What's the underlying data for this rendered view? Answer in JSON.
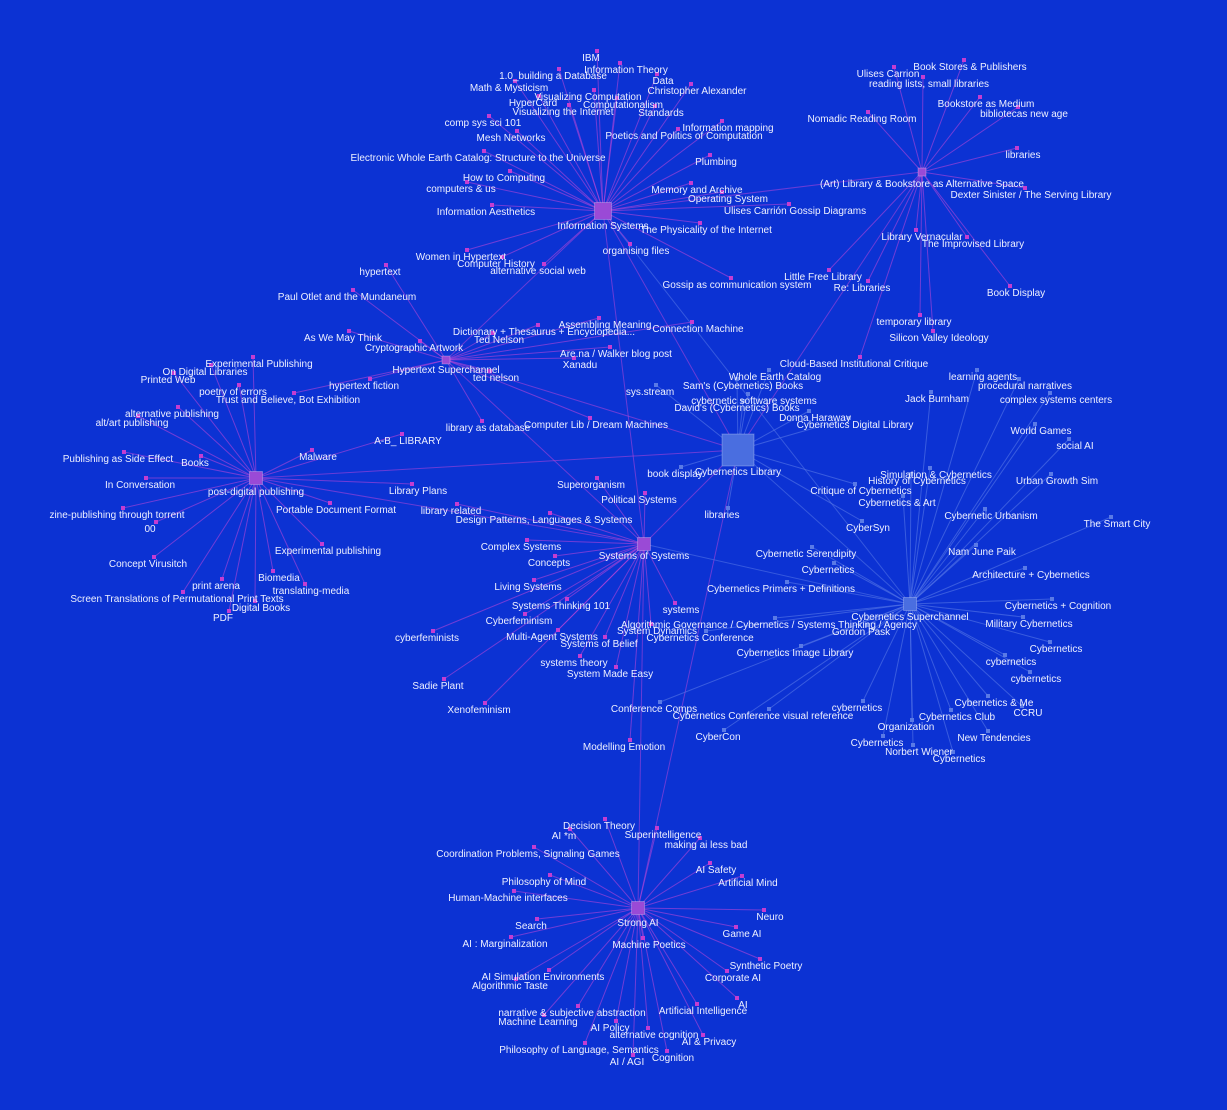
{
  "colors": {
    "background": "#0c32d3",
    "magenta_node": "#c43dd1",
    "magenta_hub": "#9a4ad6",
    "blue_node": "#5a7ae6",
    "blue_hub": "#4a6ee0",
    "magenta_edge": "#b445d8",
    "blue_edge": "#5878e8",
    "label": "#eef0ff"
  },
  "hubs": [
    {
      "id": "info",
      "label": "Information Systems",
      "color": "magenta",
      "size": "large"
    },
    {
      "id": "library",
      "label": "(Art) Library & Bookstore as Alternative Space",
      "color": "magenta",
      "size": "small"
    },
    {
      "id": "hyper",
      "label": "Hypertext Superchannel",
      "color": "magenta",
      "size": "small"
    },
    {
      "id": "postdig",
      "label": "post-digital publishing",
      "color": "magenta",
      "size": "medium"
    },
    {
      "id": "cyblib",
      "label": "Cybernetics Library",
      "color": "blue",
      "size": "xlarge"
    },
    {
      "id": "sys",
      "label": "Systems of Systems",
      "color": "magenta",
      "size": "medium"
    },
    {
      "id": "cybsup",
      "label": "Cybernetics Superchannel",
      "color": "blue",
      "size": "medium"
    },
    {
      "id": "ai",
      "label": "Strong AI",
      "color": "magenta",
      "size": "medium"
    }
  ],
  "nodes": [
    {
      "label": "IBM",
      "hub": "info"
    },
    {
      "label": "Information Theory",
      "hub": "info"
    },
    {
      "label": "1.0_building a Database",
      "hub": "info"
    },
    {
      "label": "Data",
      "hub": "info"
    },
    {
      "label": "Math & Mysticism",
      "hub": "info"
    },
    {
      "label": "Christopher Alexander",
      "hub": "info"
    },
    {
      "label": "Visualizing Computation",
      "hub": "info"
    },
    {
      "label": "HyperCard",
      "hub": "info"
    },
    {
      "label": "Computationalism",
      "hub": "info"
    },
    {
      "label": "Visualizing the Internet",
      "hub": "info"
    },
    {
      "label": "Standards",
      "hub": "info"
    },
    {
      "label": "comp sys sci 101",
      "hub": "info"
    },
    {
      "label": "Information mapping",
      "hub": "info"
    },
    {
      "label": "Poetics and Politics of Computation",
      "hub": "info"
    },
    {
      "label": "Mesh Networks",
      "hub": "info"
    },
    {
      "label": "Electronic Whole Earth Catalog: Structure to the Universe",
      "hub": "info"
    },
    {
      "label": "Plumbing",
      "hub": "info"
    },
    {
      "label": "How to Computing",
      "hub": "info"
    },
    {
      "label": "computers & us",
      "hub": "info"
    },
    {
      "label": "Memory and Archive",
      "hub": "info"
    },
    {
      "label": "Operating System",
      "hub": "info"
    },
    {
      "label": "Information Aesthetics",
      "hub": "info"
    },
    {
      "label": "Ulises Carrión Gossip Diagrams",
      "hub": "info"
    },
    {
      "label": "The Physicality of the Internet",
      "hub": "info"
    },
    {
      "label": "organising files",
      "hub": "info"
    },
    {
      "label": "Women in Hypertext",
      "hub": "info"
    },
    {
      "label": "Computer History",
      "hub": "info"
    },
    {
      "label": "alternative social web",
      "hub": "info"
    },
    {
      "label": "Gossip as communication system",
      "hub": "info"
    },
    {
      "label": "Ulises Carrion",
      "hub": "library"
    },
    {
      "label": "Book Stores & Publishers",
      "hub": "library"
    },
    {
      "label": "reading lists, small libraries",
      "hub": "library"
    },
    {
      "label": "Bookstore as Medium",
      "hub": "library"
    },
    {
      "label": "bibliotecas new age",
      "hub": "library"
    },
    {
      "label": "Nomadic Reading Room",
      "hub": "library"
    },
    {
      "label": "libraries",
      "hub": "library"
    },
    {
      "label": "Dexter Sinister / The Serving Library",
      "hub": "library"
    },
    {
      "label": "Library Vernacular",
      "hub": "library"
    },
    {
      "label": "The Improvised Library",
      "hub": "library"
    },
    {
      "label": "Little Free Library",
      "hub": "library"
    },
    {
      "label": "Re: Libraries",
      "hub": "library"
    },
    {
      "label": "Book Display",
      "hub": "library"
    },
    {
      "label": "temporary library",
      "hub": "library"
    },
    {
      "label": "Silicon Valley Ideology",
      "hub": "library"
    },
    {
      "label": "Cloud-Based Institutional Critique",
      "hub": "library"
    },
    {
      "label": "hypertext",
      "hub": "hyper"
    },
    {
      "label": "Paul Otlet and the Mundaneum",
      "hub": "hyper"
    },
    {
      "label": "As We May Think",
      "hub": "hyper"
    },
    {
      "label": "Cryptographic Artwork",
      "hub": "hyper"
    },
    {
      "label": "Dictionary + Thesaurus + Encyclopedia...",
      "hub": "hyper"
    },
    {
      "label": "Assembling Meaning",
      "hub": "hyper"
    },
    {
      "label": "Ted Nelson",
      "hub": "hyper"
    },
    {
      "label": "Connection Machine",
      "hub": "hyper"
    },
    {
      "label": "Are.na / Walker blog post",
      "hub": "hyper"
    },
    {
      "label": "Xanadu",
      "hub": "hyper"
    },
    {
      "label": "ted nelson",
      "hub": "hyper"
    },
    {
      "label": "hypertext fiction",
      "hub": "hyper"
    },
    {
      "label": "Trust and Believe, Bot Exhibition",
      "hub": "hyper"
    },
    {
      "label": "library as database",
      "hub": "hyper"
    },
    {
      "label": "Computer Lib / Dream Machines",
      "hub": "hyper"
    },
    {
      "label": "Experimental Publishing",
      "hub": "postdig"
    },
    {
      "label": "On Digital Libraries",
      "hub": "postdig"
    },
    {
      "label": "Printed Web",
      "hub": "postdig"
    },
    {
      "label": "poetry of errors",
      "hub": "postdig"
    },
    {
      "label": "alternative publishing",
      "hub": "postdig"
    },
    {
      "label": "alt/art publishing",
      "hub": "postdig"
    },
    {
      "label": "A-B_ LIBRARY",
      "hub": "postdig"
    },
    {
      "label": "Publishing as Side Effect",
      "hub": "postdig"
    },
    {
      "label": "Books",
      "hub": "postdig"
    },
    {
      "label": "Malware",
      "hub": "postdig"
    },
    {
      "label": "In Conversation",
      "hub": "postdig"
    },
    {
      "label": "Library Plans",
      "hub": "postdig"
    },
    {
      "label": "Portable Document Format",
      "hub": "postdig"
    },
    {
      "label": "zine-publishing through torrent",
      "hub": "postdig"
    },
    {
      "label": "00",
      "hub": "postdig"
    },
    {
      "label": "Experimental publishing",
      "hub": "postdig"
    },
    {
      "label": "Concept Virusitch",
      "hub": "postdig"
    },
    {
      "label": "Biomedia",
      "hub": "postdig"
    },
    {
      "label": "print arena",
      "hub": "postdig"
    },
    {
      "label": "translating-media",
      "hub": "postdig"
    },
    {
      "label": "Screen Translations of Permutational Print Texts",
      "hub": "postdig"
    },
    {
      "label": "Digital Books",
      "hub": "postdig"
    },
    {
      "label": "PDF",
      "hub": "postdig"
    },
    {
      "label": "Whole Earth Catalog",
      "hub": "cyblib"
    },
    {
      "label": "Sam's (Cybernetics) Books",
      "hub": "cyblib"
    },
    {
      "label": "sys.stream",
      "hub": "cyblib"
    },
    {
      "label": "cybernetic software systems",
      "hub": "cyblib"
    },
    {
      "label": "David's (Cybernetics) Books",
      "hub": "cyblib"
    },
    {
      "label": "Donna Haraway",
      "hub": "cyblib"
    },
    {
      "label": "Cybernetics Digital Library",
      "hub": "cyblib"
    },
    {
      "label": "book display",
      "hub": "cyblib"
    },
    {
      "label": "Critique of Cybernetics",
      "hub": "cyblib"
    },
    {
      "label": "libraries",
      "hub": "cyblib"
    },
    {
      "label": "CyberSyn",
      "hub": "cyblib"
    },
    {
      "label": "Superorganism",
      "hub": "sys"
    },
    {
      "label": "Political Systems",
      "hub": "sys"
    },
    {
      "label": "library related",
      "hub": "sys"
    },
    {
      "label": "Design Patterns, Languages & Systems",
      "hub": "sys"
    },
    {
      "label": "Complex Systems",
      "hub": "sys"
    },
    {
      "label": "Concepts",
      "hub": "sys"
    },
    {
      "label": "Living Systems",
      "hub": "sys"
    },
    {
      "label": "Systems Thinking 101",
      "hub": "sys"
    },
    {
      "label": "systems",
      "hub": "sys"
    },
    {
      "label": "Cyberfeminism",
      "hub": "sys"
    },
    {
      "label": "cyberfeminists",
      "hub": "sys"
    },
    {
      "label": "Multi-Agent Systems",
      "hub": "sys"
    },
    {
      "label": "System Dynamics",
      "hub": "sys"
    },
    {
      "label": "Systems of Belief",
      "hub": "sys"
    },
    {
      "label": "systems theory",
      "hub": "sys"
    },
    {
      "label": "System Made Easy",
      "hub": "sys"
    },
    {
      "label": "Sadie Plant",
      "hub": "sys"
    },
    {
      "label": "Xenofeminism",
      "hub": "sys"
    },
    {
      "label": "Modelling Emotion",
      "hub": "sys"
    },
    {
      "label": "learning agents",
      "hub": "cybsup"
    },
    {
      "label": "procedural narratives",
      "hub": "cybsup"
    },
    {
      "label": "Jack Burnham",
      "hub": "cybsup"
    },
    {
      "label": "complex systems centers",
      "hub": "cybsup"
    },
    {
      "label": "World Games",
      "hub": "cybsup"
    },
    {
      "label": "social AI",
      "hub": "cybsup"
    },
    {
      "label": "Simulation & Cybernetics",
      "hub": "cybsup"
    },
    {
      "label": "History of Cybernetics",
      "hub": "cybsup"
    },
    {
      "label": "Urban Growth Sim",
      "hub": "cybsup"
    },
    {
      "label": "Cybernetics & Art",
      "hub": "cybsup"
    },
    {
      "label": "Cybernetic Urbanism",
      "hub": "cybsup"
    },
    {
      "label": "The Smart City",
      "hub": "cybsup"
    },
    {
      "label": "Nam June Paik",
      "hub": "cybsup"
    },
    {
      "label": "Cybernetic Serendipity",
      "hub": "cybsup"
    },
    {
      "label": "Cybernetics",
      "hub": "cybsup"
    },
    {
      "label": "Architecture + Cybernetics",
      "hub": "cybsup"
    },
    {
      "label": "Cybernetics Primers + Definitions",
      "hub": "cybsup"
    },
    {
      "label": "Cybernetics + Cognition",
      "hub": "cybsup"
    },
    {
      "label": "Algorithmic Governance / Cybernetics / Systems Thinking / Agency",
      "hub": "cybsup"
    },
    {
      "label": "Military Cybernetics",
      "hub": "cybsup"
    },
    {
      "label": "Cybernetics Conference",
      "hub": "cybsup"
    },
    {
      "label": "Gordon Pask",
      "hub": "cybsup"
    },
    {
      "label": "Cybernetics Image Library",
      "hub": "cybsup"
    },
    {
      "label": "Cybernetics",
      "hub": "cybsup"
    },
    {
      "label": "cybernetics",
      "hub": "cybsup"
    },
    {
      "label": "cybernetics",
      "hub": "cybsup"
    },
    {
      "label": "Conference Comps",
      "hub": "cybsup"
    },
    {
      "label": "Cybernetics Conference visual reference",
      "hub": "cybsup"
    },
    {
      "label": "cybernetics",
      "hub": "cybsup"
    },
    {
      "label": "Cybernetics & Me",
      "hub": "cybsup"
    },
    {
      "label": "CCRU",
      "hub": "cybsup"
    },
    {
      "label": "Cybernetics Club",
      "hub": "cybsup"
    },
    {
      "label": "Organization",
      "hub": "cybsup"
    },
    {
      "label": "CyberCon",
      "hub": "cybsup"
    },
    {
      "label": "New Tendencies",
      "hub": "cybsup"
    },
    {
      "label": "Cybernetics",
      "hub": "cybsup"
    },
    {
      "label": "Norbert Wiener",
      "hub": "cybsup"
    },
    {
      "label": "Cybernetics",
      "hub": "cybsup"
    },
    {
      "label": "Decision Theory",
      "hub": "ai"
    },
    {
      "label": "AI *m",
      "hub": "ai"
    },
    {
      "label": "Superintelligence",
      "hub": "ai"
    },
    {
      "label": "making ai less bad",
      "hub": "ai"
    },
    {
      "label": "Coordination Problems, Signaling Games",
      "hub": "ai"
    },
    {
      "label": "AI Safety",
      "hub": "ai"
    },
    {
      "label": "Philosophy of Mind",
      "hub": "ai"
    },
    {
      "label": "Artificial Mind",
      "hub": "ai"
    },
    {
      "label": "Human-Machine interfaces",
      "hub": "ai"
    },
    {
      "label": "Neuro",
      "hub": "ai"
    },
    {
      "label": "Search",
      "hub": "ai"
    },
    {
      "label": "Game AI",
      "hub": "ai"
    },
    {
      "label": "AI : Marginalization",
      "hub": "ai"
    },
    {
      "label": "Machine Poetics",
      "hub": "ai"
    },
    {
      "label": "Synthetic Poetry",
      "hub": "ai"
    },
    {
      "label": "AI Simulation Environments",
      "hub": "ai"
    },
    {
      "label": "Corporate AI",
      "hub": "ai"
    },
    {
      "label": "Algorithmic Taste",
      "hub": "ai"
    },
    {
      "label": "AI",
      "hub": "ai"
    },
    {
      "label": "narrative & subjective abstraction",
      "hub": "ai"
    },
    {
      "label": "Artificial Intelligence",
      "hub": "ai"
    },
    {
      "label": "Machine Learning",
      "hub": "ai"
    },
    {
      "label": "AI Policy",
      "hub": "ai"
    },
    {
      "label": "alternative cognition",
      "hub": "ai"
    },
    {
      "label": "AI & Privacy",
      "hub": "ai"
    },
    {
      "label": "Philosophy of Language, Semantics",
      "hub": "ai"
    },
    {
      "label": "AI / AGI",
      "hub": "ai"
    },
    {
      "label": "Cognition",
      "hub": "ai"
    }
  ]
}
